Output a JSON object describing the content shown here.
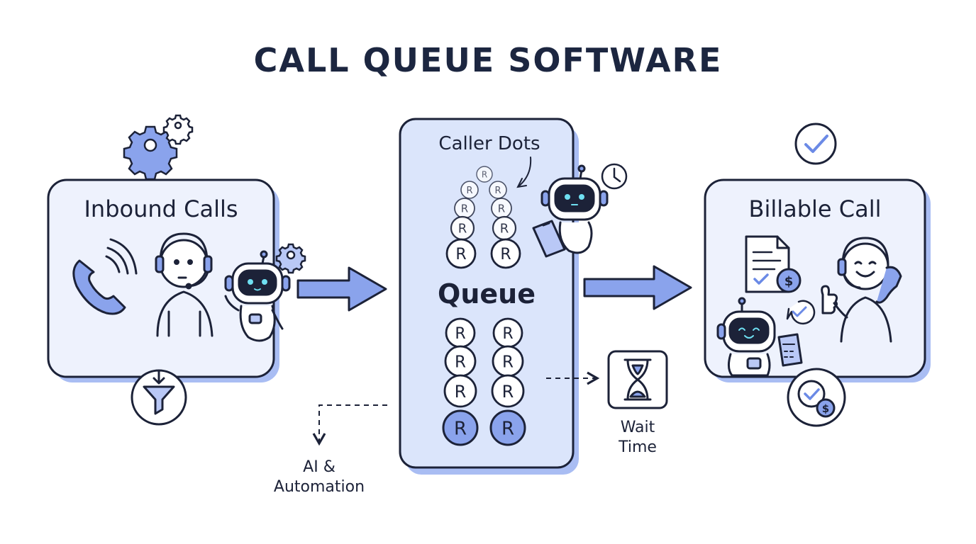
{
  "title": "CALL QUEUE SOFTWARE",
  "inbound": {
    "label": "Inbound Calls"
  },
  "queue": {
    "caller_dots_label": "Caller Dots",
    "label": "Queue",
    "dot_letter": "R"
  },
  "billable": {
    "label": "Billable Call"
  },
  "wait_time": {
    "line1": "Wait",
    "line2": "Time"
  },
  "ai_automation": {
    "line1": "AI &",
    "line2": "Automation"
  },
  "colors": {
    "ink": "#1c2238",
    "accent": "#6b8ae6",
    "accent_light": "#b9c8f6",
    "panel": "#eef2fd",
    "queue_fill": "#dbe5fb",
    "shadow": "#a9bdf3"
  }
}
